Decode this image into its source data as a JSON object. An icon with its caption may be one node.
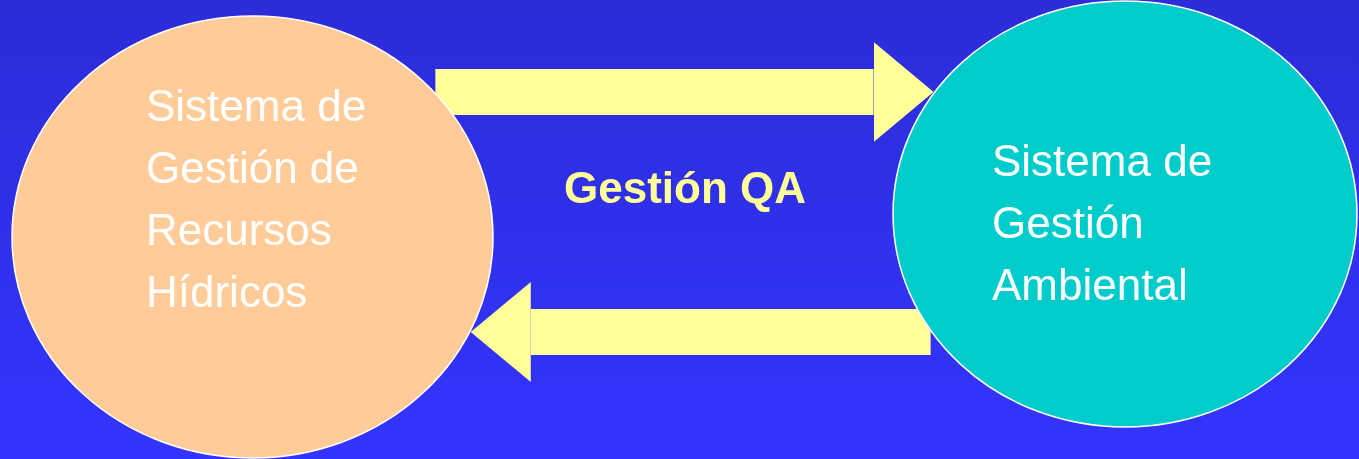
{
  "diagram": {
    "nodes": [
      {
        "text": [
          "Sistema de Gestión de Recursos Hídricos"
        ]
      },
      {
        "text": [
          "Sistema de Gestión Ambiental"
        ]
      }
    ],
    "edges": [
      {
        "from": 0,
        "to": 1,
        "arrow": "to"
      },
      {
        "from": 1,
        "to": 0,
        "arrow": "to"
      }
    ],
    "labels": [
      "Gestión QA"
    ]
  }
}
